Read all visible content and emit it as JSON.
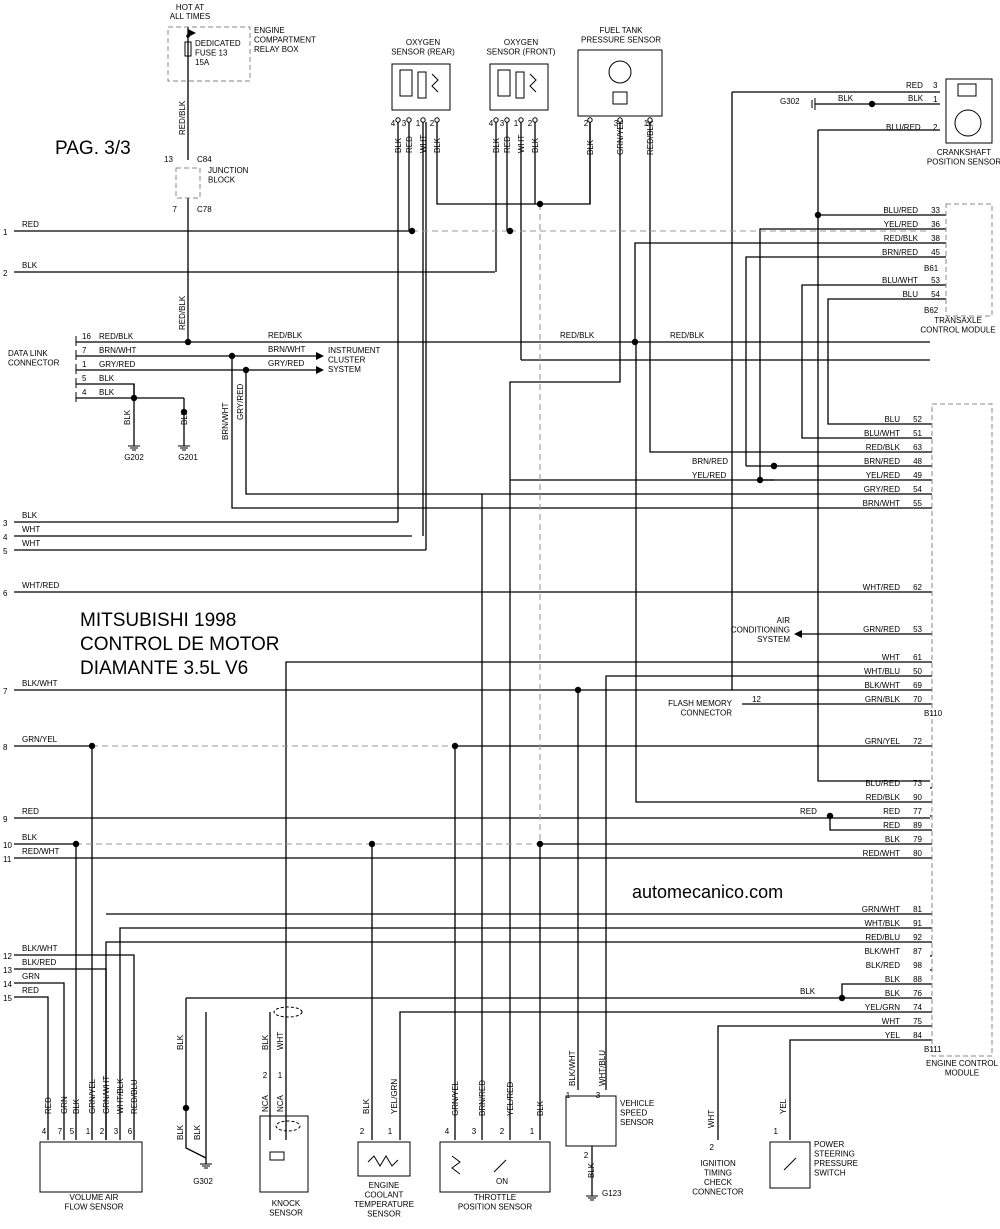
{
  "page_label": "PAG. 3/3",
  "title_lines": [
    "MITSUBISHI 1998",
    "CONTROL DE MOTOR",
    "DIAMANTE 3.5L V6"
  ],
  "watermark": "automecanico.com",
  "fuse": {
    "hot_lines": [
      "HOT AT",
      "ALL TIMES"
    ],
    "lines": [
      "DEDICATED",
      "FUSE 13",
      "15A"
    ],
    "box_lines": [
      "ENGINE",
      "COMPARTMENT",
      "RELAY BOX"
    ]
  },
  "junction": {
    "lines": [
      "JUNCTION",
      "BLOCK"
    ],
    "top_pin": "13",
    "top_conn": "C84",
    "bot_pin": "7",
    "bot_conn": "C78"
  },
  "components": {
    "o2_rear": {
      "lines": [
        "OXYGEN",
        "SENSOR (REAR)"
      ],
      "pins": [
        "4",
        "3",
        "1",
        "2"
      ],
      "wires": [
        "BLK",
        "RED",
        "WHT",
        "BLK"
      ]
    },
    "o2_front": {
      "lines": [
        "OXYGEN",
        "SENSOR (FRONT)"
      ],
      "pins": [
        "4",
        "3",
        "1",
        "2"
      ],
      "wires": [
        "BLK",
        "RED",
        "WHT",
        "BLK"
      ]
    },
    "fuel_tank": {
      "lines": [
        "FUEL TANK",
        "PRESSURE SENSOR"
      ],
      "pins": [
        "2",
        "3",
        "1"
      ],
      "wires": [
        "BLK",
        "GRN/YEL",
        "RED/BLK"
      ]
    },
    "crank": {
      "lines": [
        "CRANKSHAFT",
        "POSITION SENSOR"
      ],
      "ground": "G302",
      "wires": [
        {
          "left": "RED",
          "pin": "3"
        },
        {
          "left": "BLK",
          "right": "BLK",
          "pin": "1"
        },
        {
          "left": "BLU/RED",
          "pin": "2"
        }
      ]
    },
    "tcm": {
      "lines": [
        "TRANSAXLE",
        "CONTROL MODULE"
      ],
      "connectors": [
        "B61",
        "B62"
      ]
    },
    "ecm": {
      "lines": [
        "ENGINE CONTROL",
        "MODULE"
      ],
      "connectors": [
        "B110",
        "B111"
      ]
    },
    "dlc": {
      "lines": [
        "DATA LINK",
        "CONNECTOR"
      ]
    },
    "cluster": {
      "lines": [
        "INSTRUMENT",
        "CLUSTER",
        "SYSTEM"
      ]
    },
    "ac": {
      "lines": [
        "AIR",
        "CONDITIONING",
        "SYSTEM"
      ]
    },
    "flash": {
      "lines": [
        "FLASH MEMORY",
        "CONNECTOR"
      ],
      "pin": "12"
    },
    "vaf": {
      "lines": [
        "VOLUME AIR",
        "FLOW SENSOR"
      ],
      "pins": [
        "4",
        "7",
        "5",
        "1",
        "2",
        "3",
        "6"
      ],
      "wires": [
        "RED",
        "GRN",
        "BLK",
        "GRN/YEL",
        "GRN/WHT",
        "WHT/BLK",
        "RED/BLU"
      ]
    },
    "g302b": {
      "label": "G302",
      "wires": [
        "BLK",
        "BLK",
        "BLK"
      ]
    },
    "knock": {
      "lines": [
        "KNOCK",
        "SENSOR"
      ],
      "pins": [
        "2",
        "1"
      ],
      "wires": [
        "BLK",
        "WHT"
      ],
      "nca": [
        "NCA",
        "NCA"
      ]
    },
    "ect": {
      "lines": [
        "ENGINE",
        "COOLANT",
        "TEMPERATURE",
        "SENSOR"
      ],
      "pins": [
        "2",
        "1"
      ],
      "wires": [
        "BLK",
        "YEL/GRN"
      ]
    },
    "tps": {
      "lines": [
        "THROTTLE",
        "POSITION SENSOR"
      ],
      "pins": [
        "4",
        "3",
        "2",
        "1"
      ],
      "wires": [
        "GRN/YEL",
        "BRN/RED",
        "YEL/RED",
        "BLK"
      ],
      "on": "ON"
    },
    "vss": {
      "lines": [
        "VEHICLE",
        "SPEED",
        "SENSOR"
      ],
      "pins": [
        "1",
        "3",
        "2"
      ],
      "wires": [
        "BLK/WHT",
        "WHT/BLU",
        "BLK"
      ],
      "ground": "G123"
    },
    "itc": {
      "lines": [
        "IGNITION",
        "TIMING",
        "CHECK",
        "CONNECTOR"
      ],
      "pin": "2",
      "wire": "WHT"
    },
    "psps": {
      "lines": [
        "POWER",
        "STEERING",
        "PRESSURE",
        "SWITCH"
      ],
      "pin": "1",
      "wire": "YEL"
    }
  },
  "left_edge": [
    {
      "n": "1",
      "color": "RED"
    },
    {
      "n": "2",
      "color": "BLK"
    },
    {
      "n": "3",
      "color": "BLK"
    },
    {
      "n": "4",
      "color": "WHT"
    },
    {
      "n": "5",
      "color": "WHT"
    },
    {
      "n": "6",
      "color": "WHT/RED"
    },
    {
      "n": "7",
      "color": "BLK/WHT"
    },
    {
      "n": "8",
      "color": "GRN/YEL"
    },
    {
      "n": "9",
      "color": "RED"
    },
    {
      "n": "10",
      "color": "BLK"
    },
    {
      "n": "11",
      "color": "RED/WHT"
    },
    {
      "n": "12",
      "color": "BLK/WHT"
    },
    {
      "n": "13",
      "color": "BLK/RED"
    },
    {
      "n": "14",
      "color": "GRN"
    },
    {
      "n": "15",
      "color": "RED"
    }
  ],
  "dlc_pins": [
    {
      "pin": "16",
      "color": "RED/BLK"
    },
    {
      "pin": "7",
      "color": "BRN/WHT"
    },
    {
      "pin": "1",
      "color": "GRY/RED"
    },
    {
      "pin": "5",
      "color": "BLK"
    },
    {
      "pin": "4",
      "color": "BLK"
    }
  ],
  "dlc_grounds": [
    {
      "wire": "BLK",
      "label": "G202"
    },
    {
      "wire": "BLK",
      "label": "G201"
    }
  ],
  "mid_labels": {
    "fuse_out": "RED/BLK",
    "jb_out": "RED/BLK",
    "red_blk_a": "RED/BLK",
    "red_blk_b": "RED/BLK",
    "brn_wht": "BRN/WHT",
    "gry_red": "GRY/RED",
    "v_brn_wht": "BRN/WHT",
    "v_gry_red": "GRY/RED"
  },
  "tcm_pins": [
    {
      "color": "BLU/RED",
      "pin": "33"
    },
    {
      "color": "YEL/RED",
      "pin": "36"
    },
    {
      "color": "RED/BLK",
      "pin": "38"
    },
    {
      "color": "BRN/RED",
      "pin": "45"
    },
    {
      "color": "BLU/WHT",
      "pin": "53"
    },
    {
      "color": "BLU",
      "pin": "54"
    }
  ],
  "ecm_pins": [
    {
      "color": "BLU",
      "pin": "52"
    },
    {
      "color": "BLU/WHT",
      "pin": "51"
    },
    {
      "color": "RED/BLK",
      "pin": "63"
    },
    {
      "color": "BRN/RED",
      "pin": "48"
    },
    {
      "color": "YEL/RED",
      "pin": "49"
    },
    {
      "color": "GRY/RED",
      "pin": "54"
    },
    {
      "color": "BRN/WHT",
      "pin": "55"
    },
    {
      "color": "WHT/RED",
      "pin": "62"
    },
    {
      "color": "GRN/RED",
      "pin": "53"
    },
    {
      "color": "WHT",
      "pin": "61"
    },
    {
      "color": "WHT/BLU",
      "pin": "50"
    },
    {
      "color": "BLK/WHT",
      "pin": "69"
    },
    {
      "color": "GRN/BLK",
      "pin": "70"
    },
    {
      "color": "GRN/YEL",
      "pin": "72"
    },
    {
      "color": "BLU/RED",
      "pin": "73"
    },
    {
      "color": "RED/BLK",
      "pin": "90"
    },
    {
      "color": "RED",
      "pin": "77"
    },
    {
      "color": "RED",
      "pin": "89"
    },
    {
      "color": "BLK",
      "pin": "79"
    },
    {
      "color": "RED/WHT",
      "pin": "80"
    },
    {
      "color": "GRN/WHT",
      "pin": "81"
    },
    {
      "color": "WHT/BLK",
      "pin": "91"
    },
    {
      "color": "RED/BLU",
      "pin": "92"
    },
    {
      "color": "BLK/WHT",
      "pin": "87"
    },
    {
      "color": "BLK/RED",
      "pin": "98"
    },
    {
      "color": "BLK",
      "pin": "88"
    },
    {
      "color": "BLK",
      "pin": "76"
    },
    {
      "color": "YEL/GRN",
      "pin": "74"
    },
    {
      "color": "WHT",
      "pin": "75"
    },
    {
      "color": "YEL",
      "pin": "84"
    }
  ],
  "splice_labels": {
    "ecm48": "BRN/RED",
    "ecm49": "YEL/RED",
    "ecm77": "RED",
    "ecm76": "BLK",
    "tcm_red_blk": "RED/BLK"
  }
}
